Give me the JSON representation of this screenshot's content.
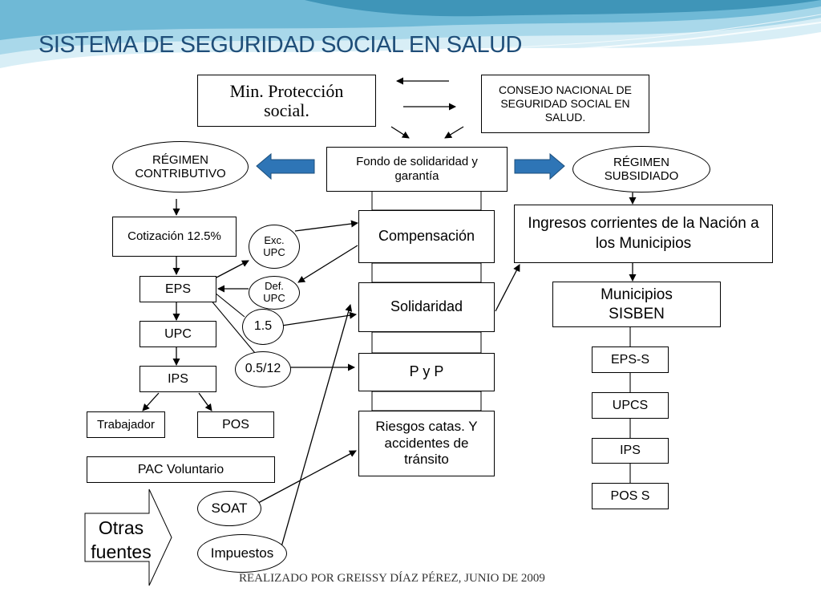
{
  "title": "SISTEMA DE SEGURIDAD SOCIAL EN SALUD",
  "top": {
    "ministry": "Min. Protección social.",
    "council": "CONSEJO NACIONAL DE SEGURIDAD SOCIAL EN SALUD."
  },
  "fund": "Fondo de solidaridad y garantía",
  "regimes": {
    "contributory": "RÉGIMEN CONTRIBUTIVO",
    "subsidized": "RÉGIMEN SUBSIDIADO"
  },
  "left_column": {
    "cotizacion": "Cotización 12.5%",
    "eps": "EPS",
    "upc": "UPC",
    "ips": "IPS",
    "trabajador": "Trabajador",
    "pos": "POS",
    "pac": "PAC Voluntario",
    "otras_fuentes": "Otras fuentes"
  },
  "ovals": {
    "exc_upc": "Exc. UPC",
    "def_upc": "Def. UPC",
    "one_five": "1.5",
    "half_twelve": "0.5/12",
    "soat": "SOAT",
    "impuestos": "Impuestos"
  },
  "center_column": {
    "compensacion": "Compensación",
    "solidaridad": "Solidaridad",
    "pyp": "P y P",
    "riesgos": "Riesgos catas. Y accidentes de tránsito"
  },
  "right_column": {
    "ingresos": "Ingresos corrientes de la Nación a los Municipios",
    "municipios": "Municipios SISBEN",
    "eps_s": "EPS-S",
    "upcs": "UPCS",
    "ips": "IPS",
    "pos_s": "POS S"
  },
  "footer": "REALIZADO POR GREISSY DÍAZ PÉREZ, JUNIO DE 2009",
  "colors": {
    "title": "#1f4e79",
    "block_arrow": "#2e75b6",
    "wave_light": "#a9d8ea",
    "wave_dark": "#3f95b8"
  }
}
